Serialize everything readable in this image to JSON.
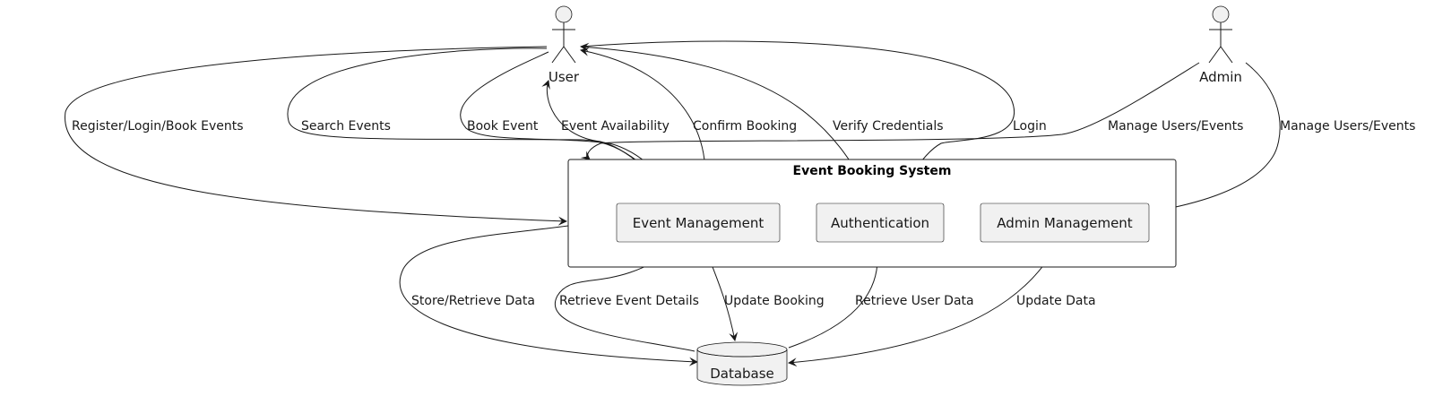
{
  "actors": {
    "user": "User",
    "admin": "Admin"
  },
  "system": {
    "title": "Event Booking System",
    "components": {
      "event_management": "Event Management",
      "authentication": "Authentication",
      "admin_management": "Admin Management"
    }
  },
  "database": "Database",
  "edges": {
    "register_login_book": "Register/Login/Book Events",
    "search_events": "Search Events",
    "book_event": "Book Event",
    "event_availability": "Event Availability",
    "confirm_booking": "Confirm Booking",
    "verify_credentials": "Verify Credentials",
    "login": "Login",
    "manage_users_events_1": "Manage Users/Events",
    "manage_users_events_2": "Manage Users/Events",
    "store_retrieve": "Store/Retrieve Data",
    "retrieve_event_details": "Retrieve Event Details",
    "update_booking": "Update Booking",
    "retrieve_user_data": "Retrieve User Data",
    "update_data": "Update Data"
  },
  "colors": {
    "line": "#181818",
    "node_fill": "#f1f1f1",
    "background": "#ffffff"
  }
}
